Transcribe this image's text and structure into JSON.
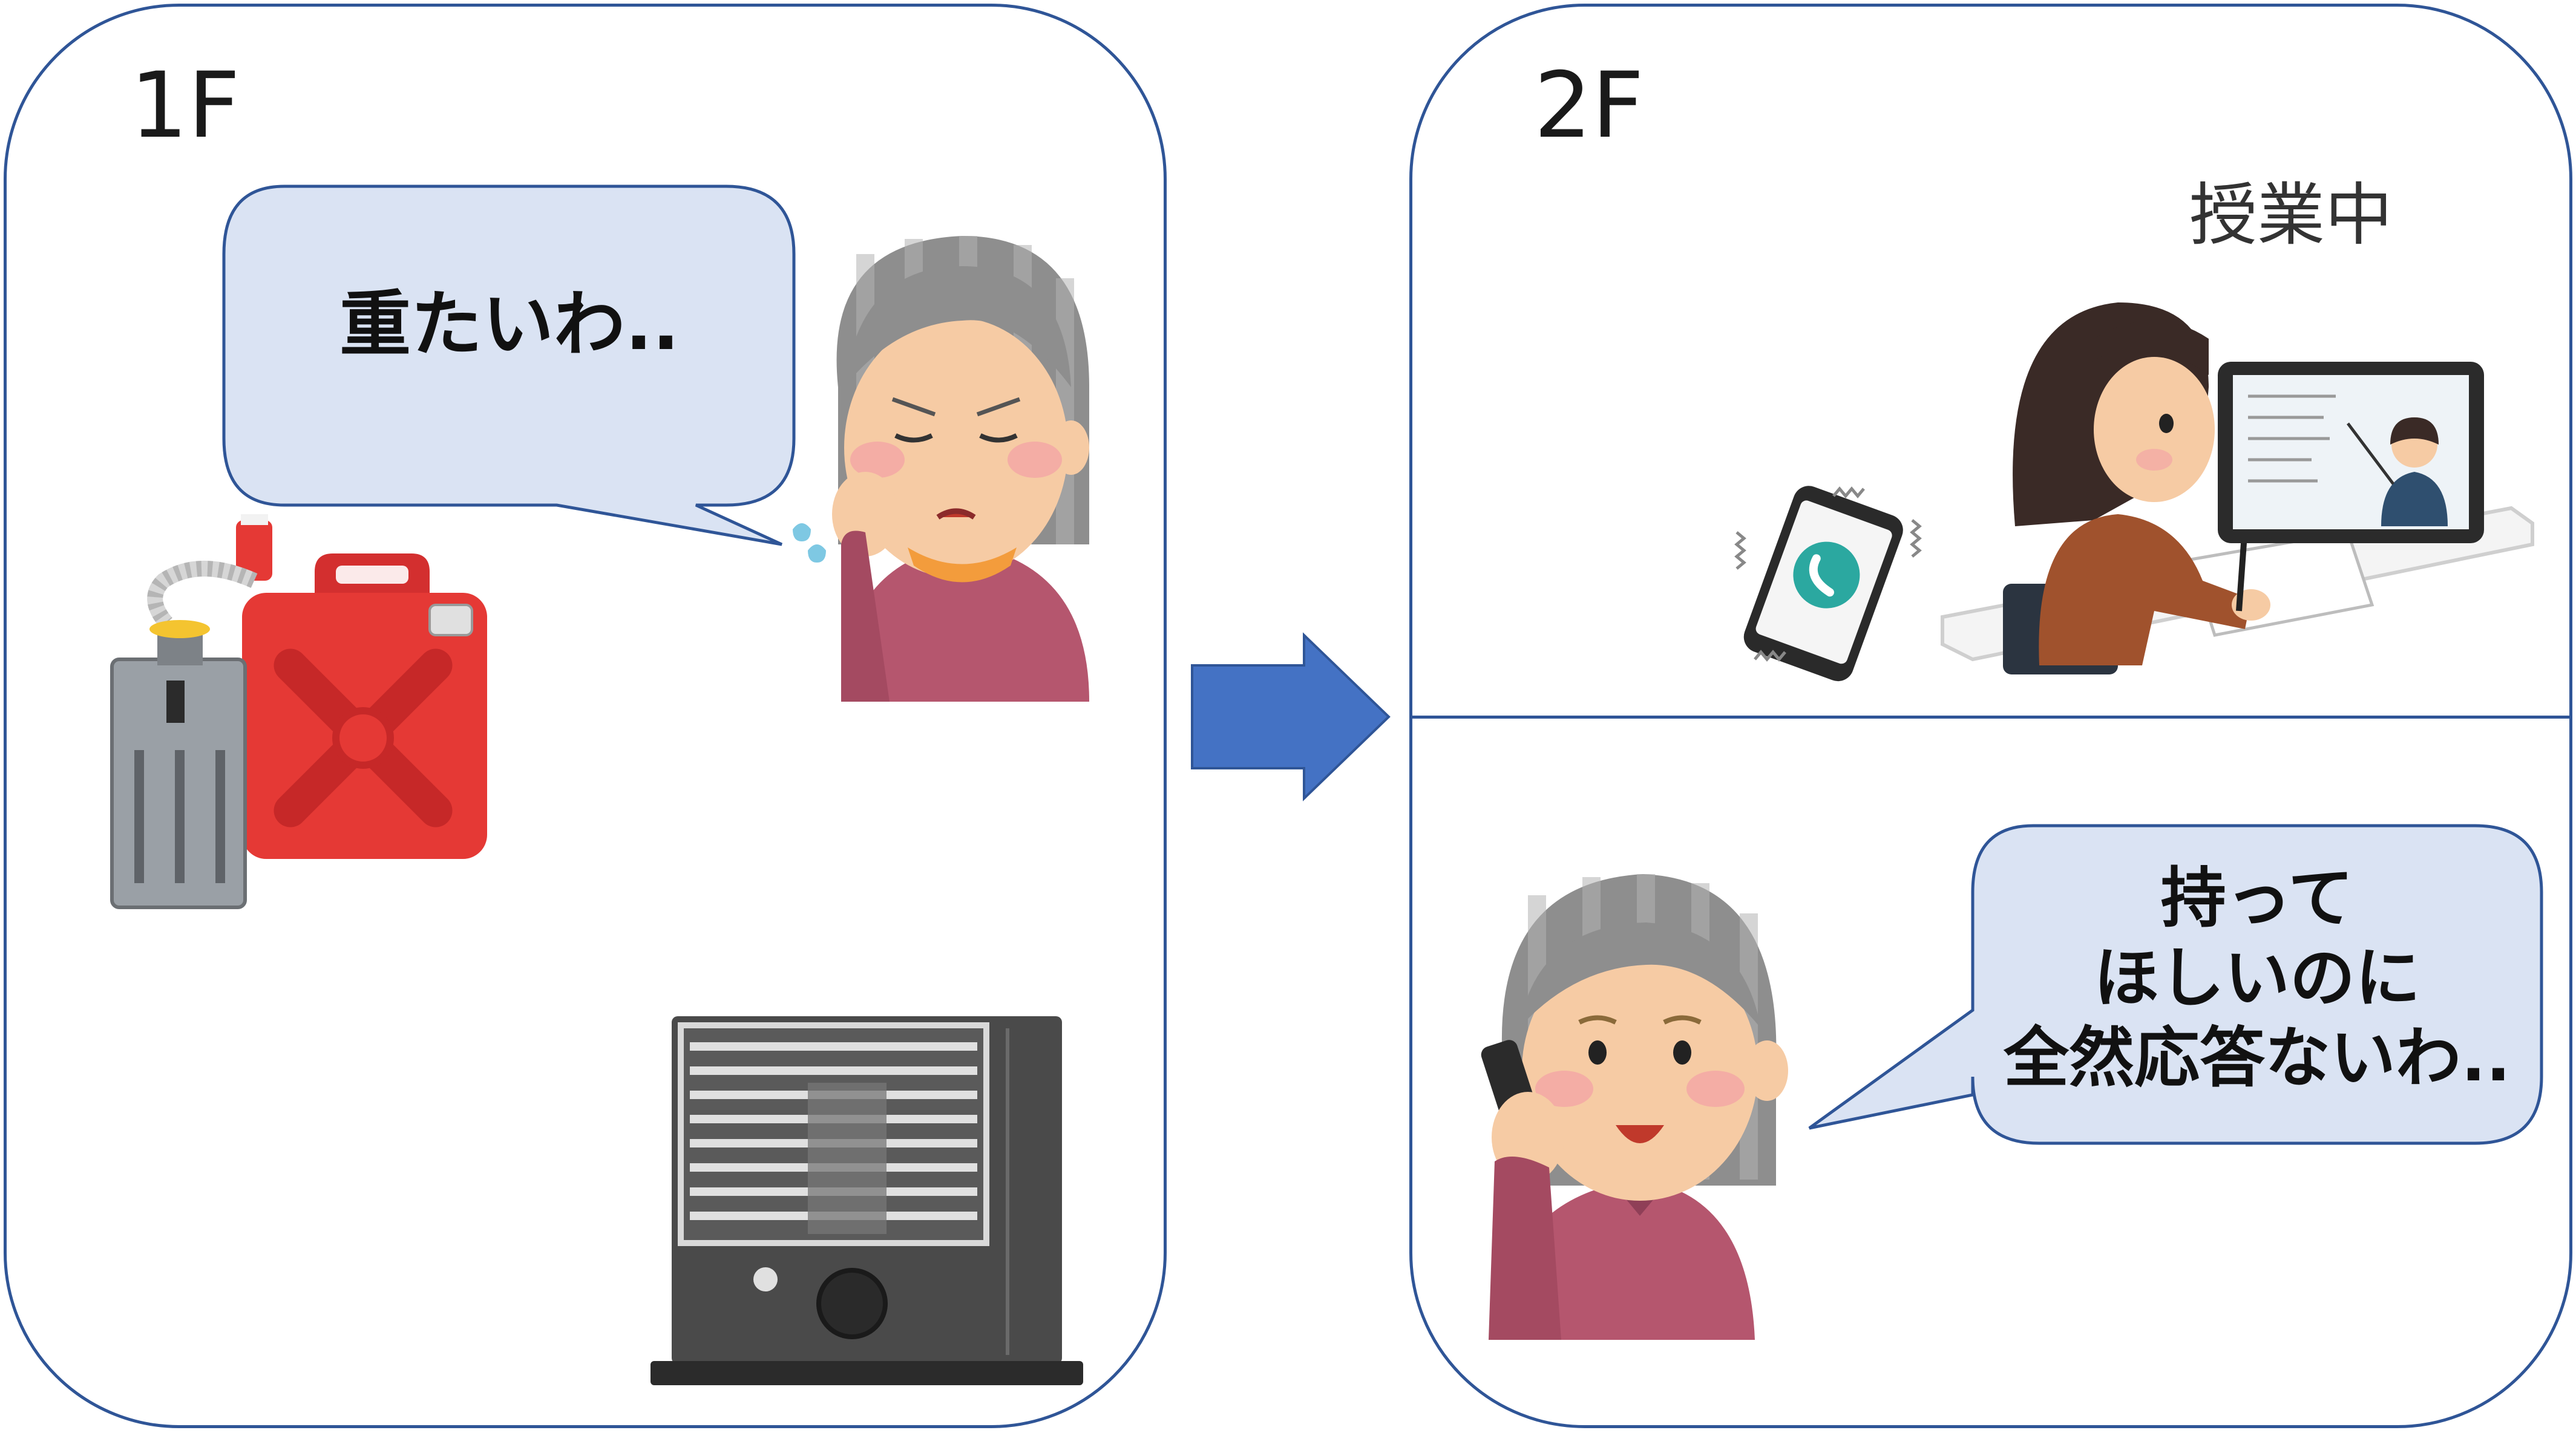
{
  "floor_1": {
    "label": "1F",
    "speech": "重たいわ.."
  },
  "floor_2": {
    "label": "2F",
    "status": "授業中",
    "speech": "持って\nほしいのに\n全然応答ないわ.."
  },
  "colors": {
    "panel_border": "#2F5597",
    "arrow": "#4472C4",
    "bubble_fill": "#DAE3F3",
    "tank_red": "#E53935",
    "heater_gray": "#4A4A4A",
    "grandma_sweater": "#B5566E"
  },
  "icons": [
    "fuel-tank-icon",
    "kerosene-pump-icon",
    "worried-grandma-icon",
    "heater-icon",
    "arrow-right-icon",
    "vibrating-phone-icon",
    "student-online-class-icon",
    "tablet-icon",
    "grandma-on-phone-icon"
  ]
}
